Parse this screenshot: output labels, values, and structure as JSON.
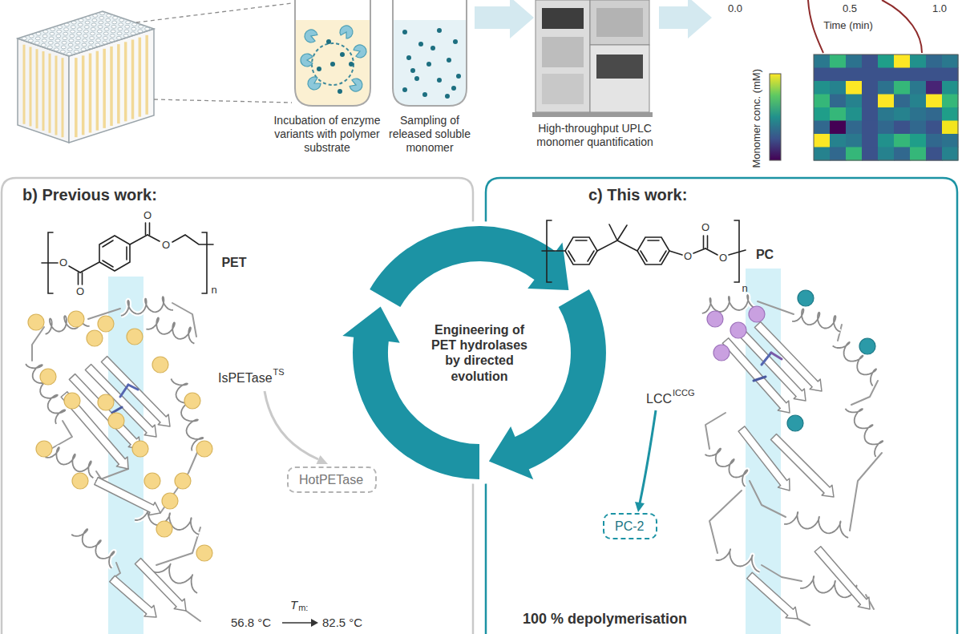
{
  "diagram": {
    "nodes": [
      {
        "text": [
          "b) Previous work:"
        ]
      },
      {
        "text": [
          "HotPETase"
        ],
        "in": 0
      },
      {
        "text": [
          "c) This work:"
        ]
      },
      {
        "text": [
          "PC-2"
        ],
        "in": 2
      }
    ],
    "labels": [
      "Incubation of enzyme variants with polymer substrate",
      "Sampling of released soluble monomer",
      "High-throughput UPLC monomer quantification",
      "0.0",
      "0.5",
      "1.0",
      "Time (min)",
      "Monomer conc. (mM)",
      "O",
      "O",
      "O",
      "O",
      "n",
      "PET",
      "Engineering of PET hydrolases by directed evolution",
      "IsPETase",
      "TS",
      "T",
      "m:",
      "56.8 °C",
      "82.5 °C",
      "O",
      "O",
      "O",
      "n",
      "PC",
      "LCC",
      "ICCG",
      "100 % depolymerisation"
    ]
  }
}
